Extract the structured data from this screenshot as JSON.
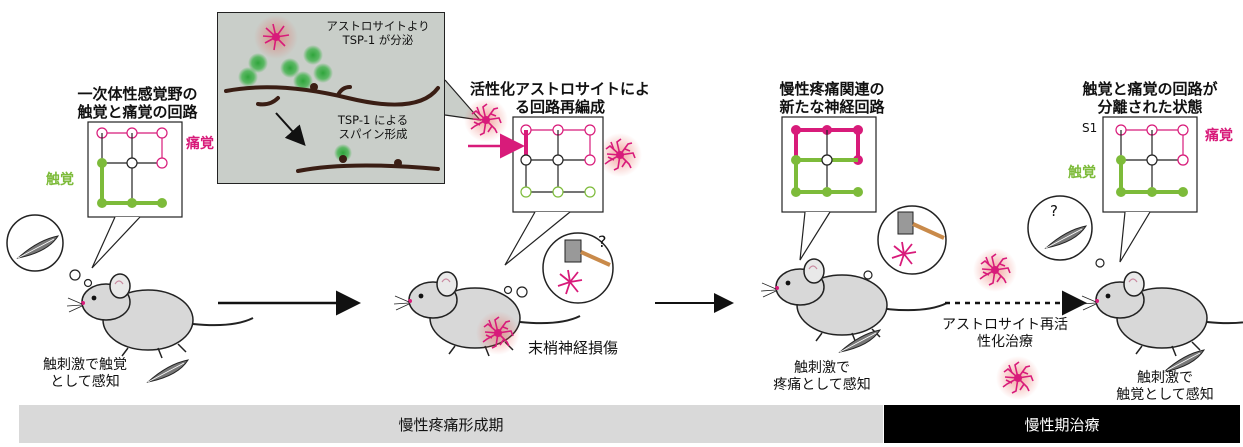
{
  "panel1": {
    "title_line1": "一次体性感覚野の",
    "title_line2": "触覚と痛覚の回路",
    "pain_label": "痛覚",
    "touch_label": "触覚",
    "caption_line1": "触刺激で触覚",
    "caption_line2": "として感知"
  },
  "inset": {
    "text1_line1": "アストロサイトより",
    "text1_line2": "TSP-1 が分泌",
    "text2_line1": "TSP-1 による",
    "text2_line2": "スパイン形成"
  },
  "panel2": {
    "title_line1": "活性化アストロサイトによ",
    "title_line2": "る回路再編成",
    "question": "?",
    "caption": "末梢神経損傷"
  },
  "panel3": {
    "title_line1": "慢性疼痛関連の",
    "title_line2": "新たな神経回路",
    "caption_line1": "触刺激で",
    "caption_line2": "疼痛として感知"
  },
  "treatment": {
    "label_line1": "アストロサイト再活",
    "label_line2": "性化治療"
  },
  "panel4": {
    "title_line1": "触覚と痛覚の回路が",
    "title_line2": "分離された状態",
    "s1_label": "S1",
    "pain_label": "痛覚",
    "touch_label": "触覚",
    "question": "?",
    "caption_line1": "触刺激で",
    "caption_line2": "触覚として感知"
  },
  "bars": {
    "formation": "慢性疼痛形成期",
    "treatment": "慢性期治療"
  },
  "colors": {
    "magenta": "#d81b7a",
    "green": "#7dbb3a",
    "mouse": "#d8d8d8",
    "inset_bg": "#c9cec9"
  }
}
